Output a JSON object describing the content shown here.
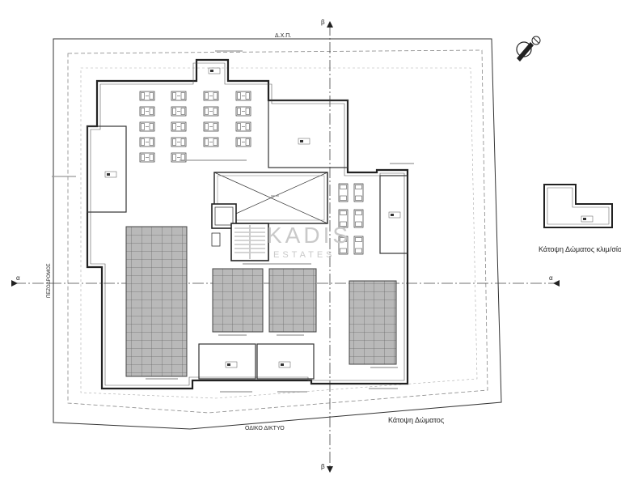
{
  "drawing": {
    "plot_top_label": "Δ.Χ.Π.",
    "road_bottom_label": "ΟΔΙΚΟ ΔΙΚΤΥΟ",
    "road_left_label": "ΠΕΖΟΔΡΟΜΟΣ",
    "section_a_label": "α",
    "section_b_label": "β",
    "roof_plan_title": "Κάτοψη Δώματος",
    "ac_roof_plan_title": "Κάτοψη Δώματος κλιμ/σίοι",
    "watermark_brand": "KADIS",
    "watermark_sub": "ESTATES"
  }
}
